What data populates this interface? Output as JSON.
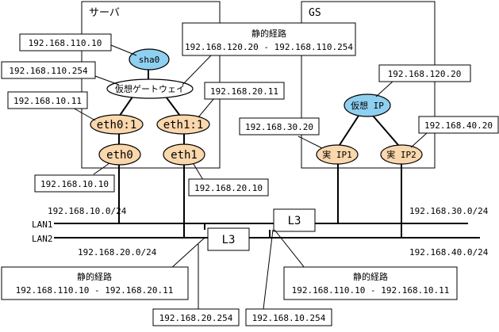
{
  "diagram": {
    "zones": {
      "server": "サーバ",
      "gs": "GS"
    },
    "nodes": {
      "sha0": "sha0",
      "virtual_gw": "仮想ゲートウェイ",
      "eth0_1": "eth0:1",
      "eth1_1": "eth1:1",
      "eth0": "eth0",
      "eth1": "eth1",
      "virtual_ip": "仮想 IP",
      "real_ip1": "実 IP1",
      "real_ip2": "実 IP2",
      "l3_left": "L3",
      "l3_right": "L3"
    },
    "callouts": {
      "sha0_addr": "192.168.110.10",
      "sha0_gw_addr": "192.168.110.254",
      "eth0_1_addr": "192.168.10.11",
      "eth1_1_addr": "192.168.20.11",
      "eth0_addr": "192.168.10.10",
      "eth1_addr": "192.168.20.10",
      "vip_addr": "192.168.120.20",
      "rip1_addr": "192.168.30.20",
      "rip2_addr": "192.168.40.20",
      "l3_left_addr": "192.168.20.254",
      "l3_right_addr": "192.168.10.254"
    },
    "routes": {
      "server_title": "静的経路",
      "server_route": "192.168.120.20 - 192.168.110.254",
      "left_title": "静的経路",
      "left_route": "192.168.110.10 - 192.168.20.11",
      "right_title": "静的経路",
      "right_route": "192.168.110.10 - 192.168.10.11"
    },
    "networks": {
      "lan1": "LAN1",
      "lan2": "LAN2",
      "net_10": "192.168.10.0/24",
      "net_20": "192.168.20.0/24",
      "net_30": "192.168.30.0/24",
      "net_40": "192.168.40.0/24"
    }
  },
  "colors": {
    "line": "#000000",
    "interface_fill": "#fad7ac",
    "virtual_fill": "#8fd0f0",
    "gateway_fill": "#ffffff",
    "box_fill": "#ffffff"
  }
}
